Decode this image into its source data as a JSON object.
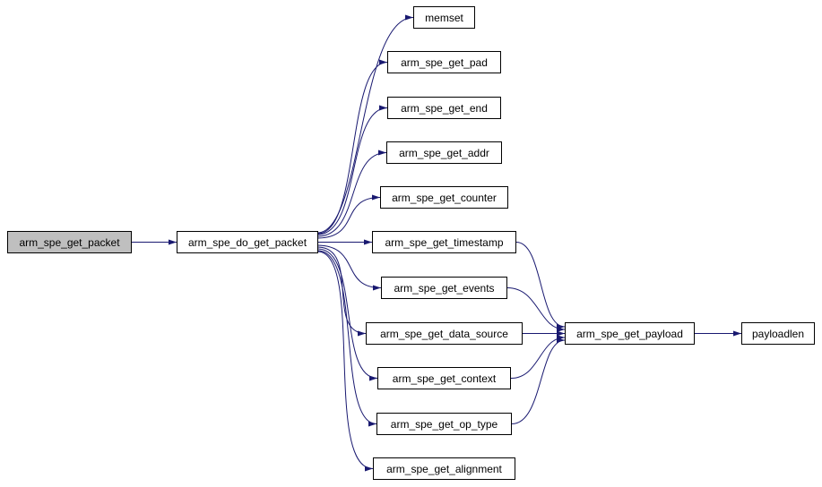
{
  "diagram": {
    "type": "call-graph",
    "edge_color": "#191970",
    "node_border_color": "#000000",
    "node_fill": "#ffffff",
    "highlight_fill": "#bfbfbf",
    "nodes": [
      {
        "label": "arm_spe_get_packet",
        "highlighted": true
      },
      {
        "label": "arm_spe_do_get_packet",
        "highlighted": false
      },
      {
        "label": "memset",
        "highlighted": false
      },
      {
        "label": "arm_spe_get_pad",
        "highlighted": false
      },
      {
        "label": "arm_spe_get_end",
        "highlighted": false
      },
      {
        "label": "arm_spe_get_addr",
        "highlighted": false
      },
      {
        "label": "arm_spe_get_counter",
        "highlighted": false
      },
      {
        "label": "arm_spe_get_timestamp",
        "highlighted": false
      },
      {
        "label": "arm_spe_get_events",
        "highlighted": false
      },
      {
        "label": "arm_spe_get_data_source",
        "highlighted": false
      },
      {
        "label": "arm_spe_get_context",
        "highlighted": false
      },
      {
        "label": "arm_spe_get_op_type",
        "highlighted": false
      },
      {
        "label": "arm_spe_get_alignment",
        "highlighted": false
      },
      {
        "label": "arm_spe_get_payload",
        "highlighted": false
      },
      {
        "label": "payloadlen",
        "highlighted": false
      }
    ],
    "edges": [
      {
        "from": "arm_spe_get_packet",
        "to": "arm_spe_do_get_packet"
      },
      {
        "from": "arm_spe_do_get_packet",
        "to": "memset"
      },
      {
        "from": "arm_spe_do_get_packet",
        "to": "arm_spe_get_pad"
      },
      {
        "from": "arm_spe_do_get_packet",
        "to": "arm_spe_get_end"
      },
      {
        "from": "arm_spe_do_get_packet",
        "to": "arm_spe_get_addr"
      },
      {
        "from": "arm_spe_do_get_packet",
        "to": "arm_spe_get_counter"
      },
      {
        "from": "arm_spe_do_get_packet",
        "to": "arm_spe_get_timestamp"
      },
      {
        "from": "arm_spe_do_get_packet",
        "to": "arm_spe_get_events"
      },
      {
        "from": "arm_spe_do_get_packet",
        "to": "arm_spe_get_data_source"
      },
      {
        "from": "arm_spe_do_get_packet",
        "to": "arm_spe_get_context"
      },
      {
        "from": "arm_spe_do_get_packet",
        "to": "arm_spe_get_op_type"
      },
      {
        "from": "arm_spe_do_get_packet",
        "to": "arm_spe_get_alignment"
      },
      {
        "from": "arm_spe_get_timestamp",
        "to": "arm_spe_get_payload"
      },
      {
        "from": "arm_spe_get_events",
        "to": "arm_spe_get_payload"
      },
      {
        "from": "arm_spe_get_data_source",
        "to": "arm_spe_get_payload"
      },
      {
        "from": "arm_spe_get_context",
        "to": "arm_spe_get_payload"
      },
      {
        "from": "arm_spe_get_op_type",
        "to": "arm_spe_get_payload"
      },
      {
        "from": "arm_spe_get_payload",
        "to": "payloadlen"
      }
    ]
  }
}
